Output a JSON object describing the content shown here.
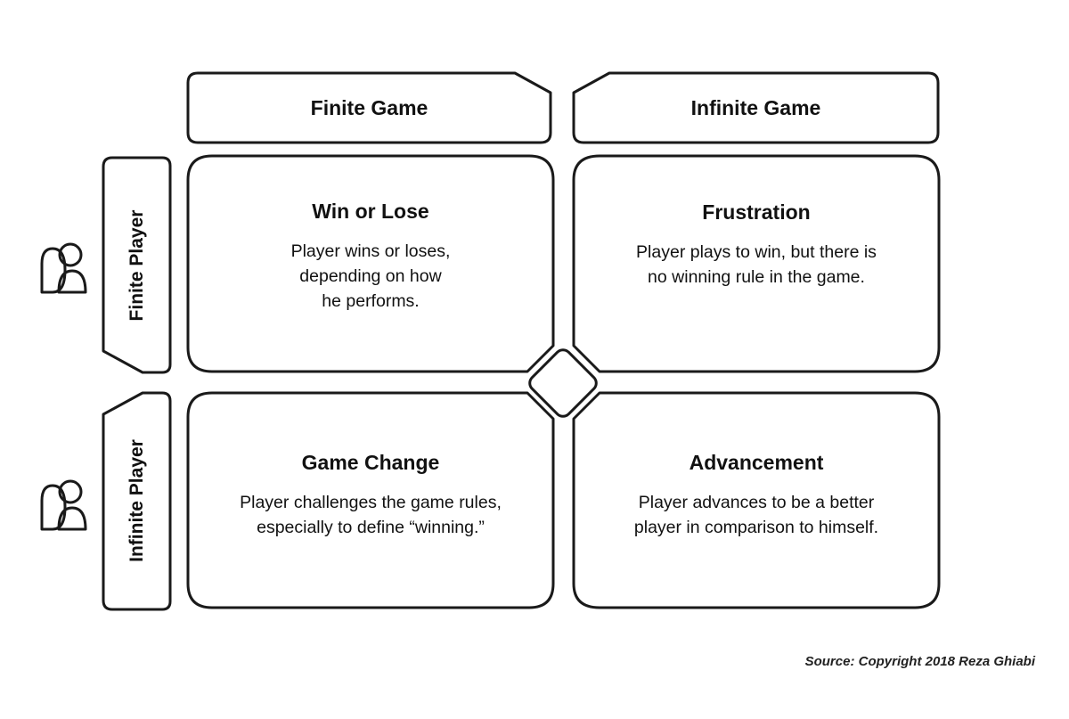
{
  "columns": [
    {
      "label": "Finite Game"
    },
    {
      "label": "Infinite Game"
    }
  ],
  "rows": [
    {
      "label": "Finite Player",
      "icon": "person-icon"
    },
    {
      "label": "Infinite Player",
      "icon": "person-icon"
    }
  ],
  "cells": [
    {
      "title": "Win or Lose",
      "lines": [
        "Player wins or loses,",
        "depending on how",
        "he performs."
      ]
    },
    {
      "title": "Frustration",
      "lines": [
        "Player plays to win, but there is",
        "no winning rule in the game."
      ]
    },
    {
      "title": "Game Change",
      "lines": [
        "Player challenges the game rules,",
        "especially to define “winning.”"
      ]
    },
    {
      "title": "Advancement",
      "lines": [
        "Player advances to be a better",
        "player in comparison to himself."
      ]
    }
  ],
  "source": "Source: Copyright 2018 Reza Ghiabi"
}
